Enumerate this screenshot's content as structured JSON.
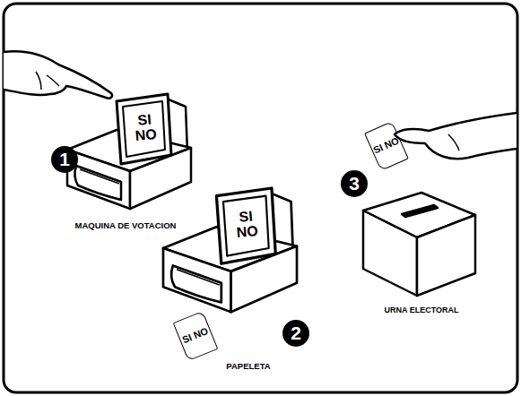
{
  "diagram": {
    "nodes": [
      {
        "text": [
          "SI NO"
        ]
      },
      {
        "text": [
          "SI NO"
        ]
      },
      {
        "text": [
          "SI NO"
        ]
      },
      {
        "text": [
          "SI NO"
        ]
      },
      {
        "text": [
          "URNA ELECTORAL"
        ]
      }
    ],
    "labels": [
      "1",
      "MAQUINA DE VOTACION",
      "2",
      "PAPELETA",
      "3"
    ]
  }
}
